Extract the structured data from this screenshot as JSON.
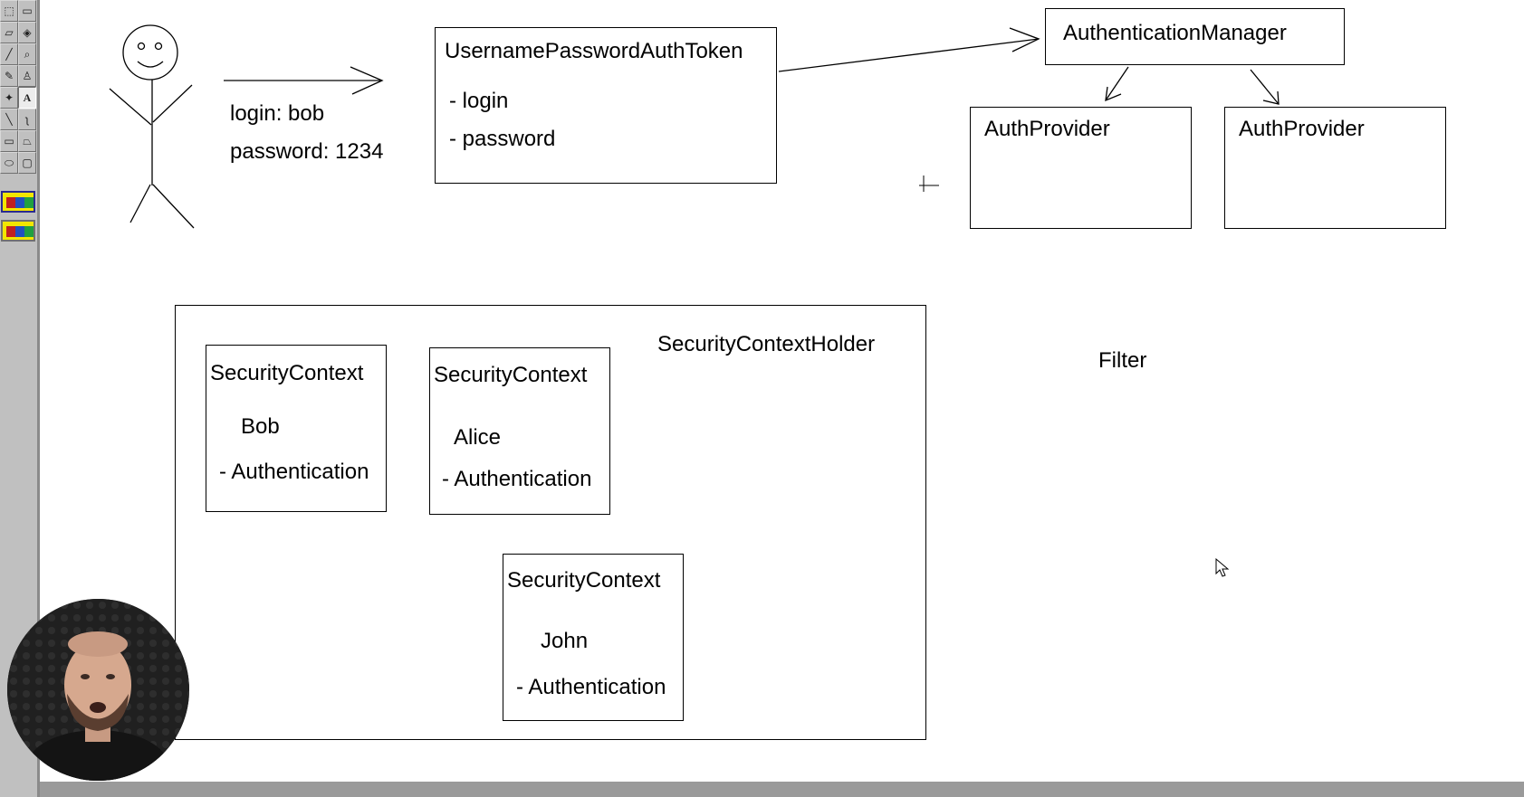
{
  "diagram": {
    "user": {
      "login_line": "login: bob",
      "password_line": "password: 1234"
    },
    "token": {
      "title": "UsernamePasswordAuthToken",
      "field_login": "- login",
      "field_password": "- password"
    },
    "manager": {
      "title": "AuthenticationManager"
    },
    "providers": [
      {
        "title": "AuthProvider"
      },
      {
        "title": "AuthProvider"
      }
    ],
    "holder": {
      "title": "SecurityContextHolder",
      "contexts": [
        {
          "title": "SecurityContext",
          "user": "Bob",
          "field": "- Authentication"
        },
        {
          "title": "SecurityContext",
          "user": "Alice",
          "field": "- Authentication"
        },
        {
          "title": "SecurityContext",
          "user": "John",
          "field": "- Authentication"
        }
      ]
    },
    "filter_label": "Filter"
  },
  "toolbox": {
    "tools": [
      "free-select",
      "rect-select",
      "eraser",
      "fill",
      "color-picker",
      "magnifier",
      "pencil",
      "brush",
      "airbrush",
      "text",
      "line",
      "curve",
      "rectangle",
      "polygon",
      "ellipse",
      "rounded-rectangle"
    ],
    "active_tool": "text"
  },
  "colors": {
    "toolbox_bg": "#c0c0c0",
    "canvas_bg": "#ffffff",
    "ink": "#000000",
    "bottom_bar": "#9a9a9a"
  }
}
